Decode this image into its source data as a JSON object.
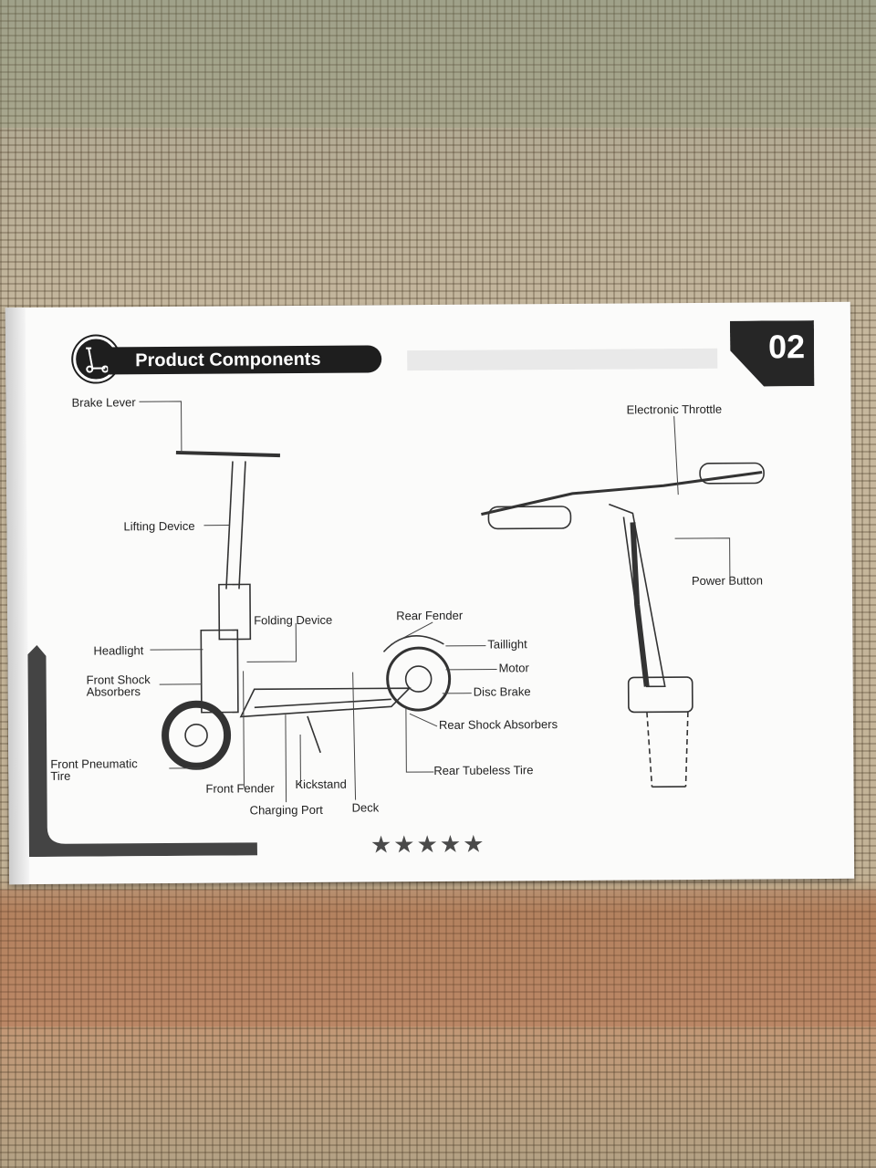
{
  "header": {
    "title": "Product Components",
    "page_number": "02"
  },
  "labels": {
    "brake_lever": "Brake Lever",
    "lifting_device": "Lifting Device",
    "headlight": "Headlight",
    "front_shock_1": "Front Shock",
    "front_shock_2": "Absorbers",
    "front_tire_1": "Front Pneumatic",
    "front_tire_2": "Tire",
    "folding_device": "Folding Device",
    "front_fender": "Front Fender",
    "kickstand": "Kickstand",
    "charging_port": "Charging Port",
    "deck": "Deck",
    "rear_fender": "Rear Fender",
    "taillight": "Taillight",
    "motor": "Motor",
    "disc_brake": "Disc Brake",
    "rear_shock": "Rear Shock Absorbers",
    "rear_tire": "Rear Tubeless Tire",
    "electronic_throttle": "Electronic Throttle",
    "power_button": "Power Button"
  },
  "footer": {
    "stars": "★★★★★"
  },
  "icons": {
    "header_badge": "scooter-icon"
  },
  "colors": {
    "header_bg": "#1e1e1e",
    "paper": "#fbfbfa"
  }
}
